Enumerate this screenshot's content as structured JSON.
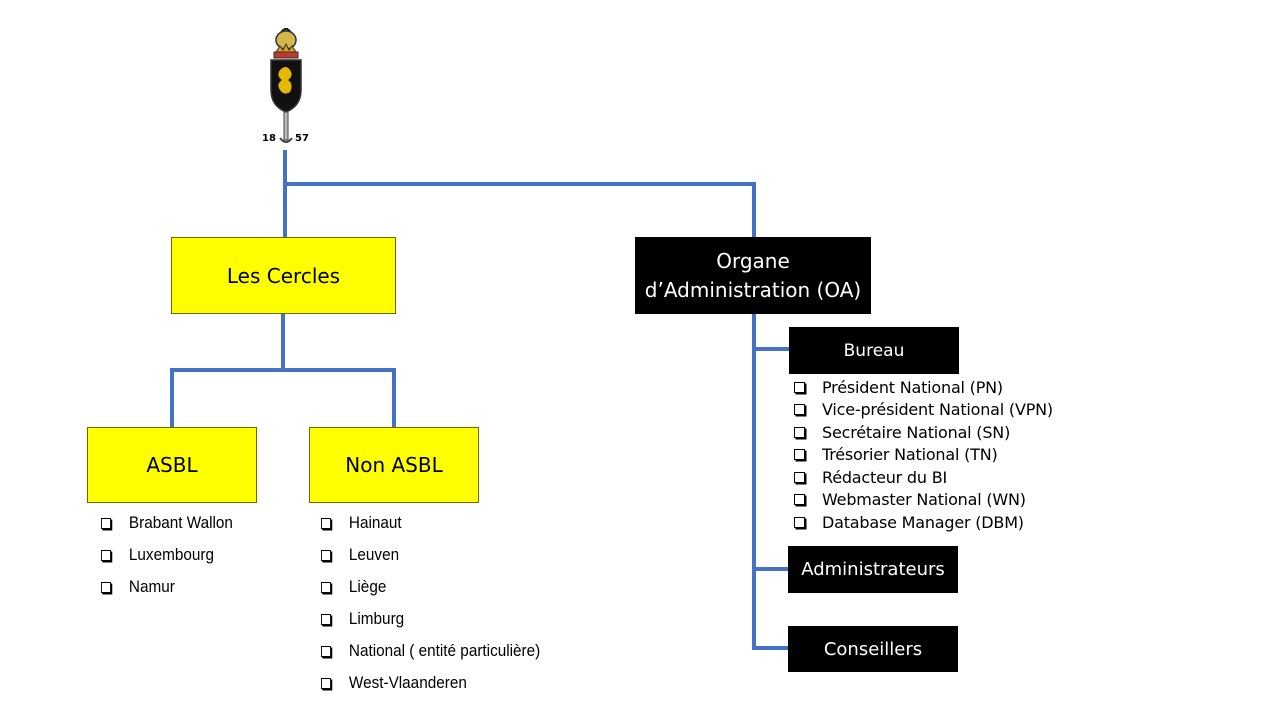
{
  "logo": {
    "name": "coat-of-arms-icon",
    "year_left": "18",
    "year_right": "57"
  },
  "nodes": {
    "cercles": "Les Cercles",
    "asbl": "ASBL",
    "non_asbl": "Non ASBL",
    "oa_line1": "Organe",
    "oa_line2": "d’Administration (OA)",
    "bureau": "Bureau",
    "administrateurs": "Administrateurs",
    "conseillers": "Conseillers"
  },
  "asbl_items": [
    "Brabant Wallon",
    "Luxembourg",
    "Namur"
  ],
  "non_asbl_items": [
    "Hainaut",
    "Leuven",
    "Liège",
    "Limburg",
    "National ( entité particulière)",
    "West-Vlaanderen"
  ],
  "bureau_items": [
    "Président National (PN)",
    "Vice-président National (VPN)",
    "Secrétaire National (SN)",
    "Trésorier National (TN)",
    "Rédacteur du BI",
    "Webmaster National (WN)",
    "Database Manager (DBM)"
  ],
  "colors": {
    "connector": "#4472c4",
    "yellow_box": "#ffff00",
    "black_box": "#000000"
  }
}
